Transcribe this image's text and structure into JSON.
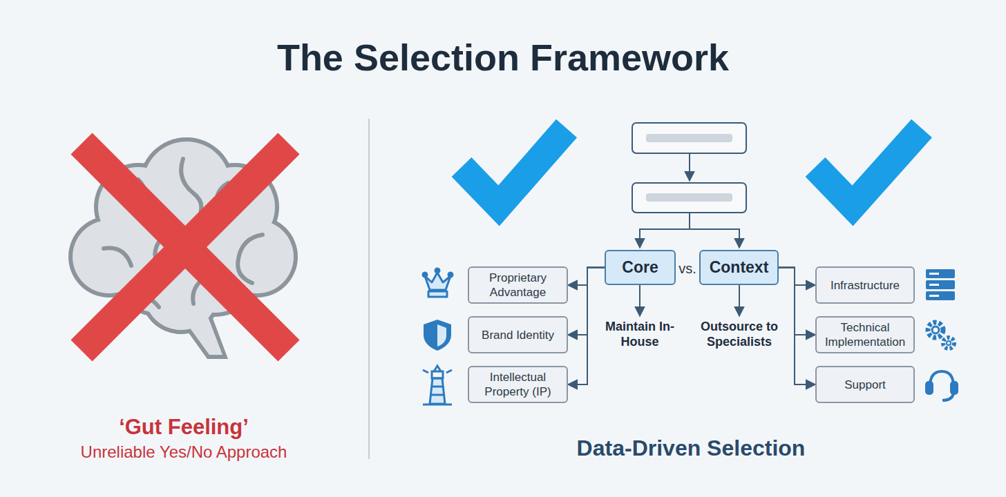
{
  "diagram": {
    "title": "The Selection Framework",
    "nodes": [
      {
        "text": [
          "Core"
        ]
      },
      {
        "text": [
          "Context"
        ]
      },
      {
        "text": [
          "Proprietary Advantage"
        ]
      },
      {
        "text": [
          "Brand Identity"
        ]
      },
      {
        "text": [
          "Intellectual Property (IP)"
        ]
      },
      {
        "text": [
          "Infrastructure"
        ]
      },
      {
        "text": [
          "Technical Implementation"
        ]
      },
      {
        "text": [
          "Support"
        ]
      }
    ],
    "edges": [
      {
        "from": 0,
        "to": 2,
        "arrow": "to"
      },
      {
        "from": 0,
        "to": 3,
        "arrow": "to"
      },
      {
        "from": 0,
        "to": 4,
        "arrow": "to"
      },
      {
        "from": 1,
        "to": 5,
        "arrow": "to"
      },
      {
        "from": 1,
        "to": 6,
        "arrow": "to"
      },
      {
        "from": 1,
        "to": 7,
        "arrow": "to"
      }
    ],
    "labels": [
      "‘Gut Feeling’",
      "Unreliable Yes/No Approach",
      "vs.",
      "Maintain In-House",
      "Outsource to Specialists",
      "Data-Driven Selection"
    ]
  }
}
